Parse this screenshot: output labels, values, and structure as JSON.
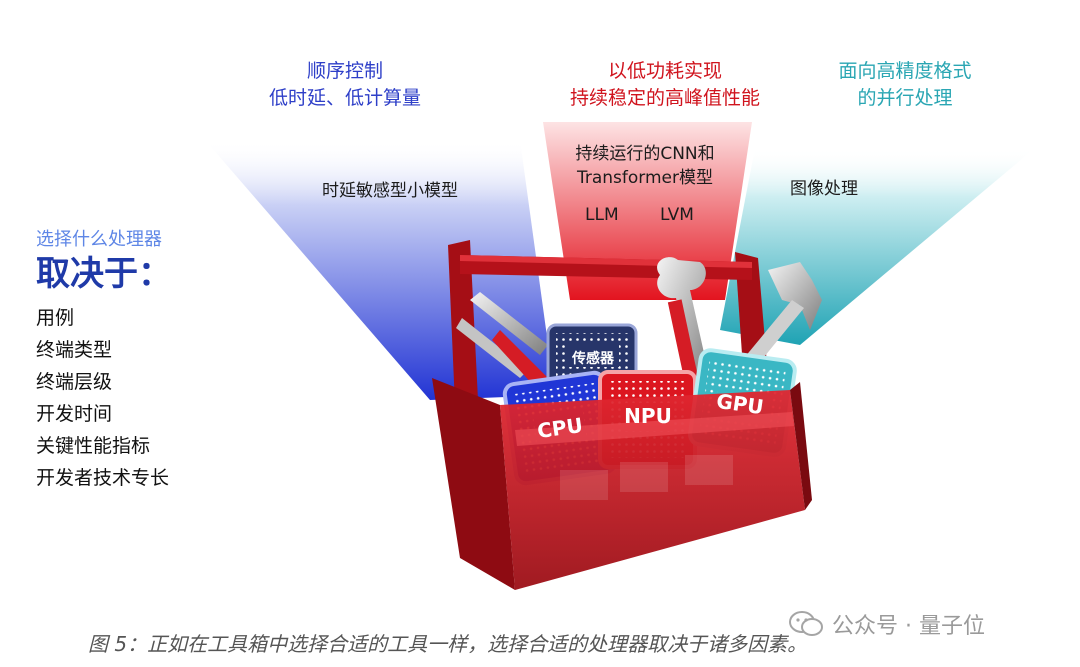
{
  "headers": {
    "blue": [
      "顺序控制",
      "低时延、低计算量"
    ],
    "red": [
      "以低功耗实现",
      "持续稳定的高峰值性能"
    ],
    "teal": [
      "面向高精度格式",
      "的并行处理"
    ]
  },
  "beam_texts": {
    "blue": "时延敏感型小模型",
    "red_line1": "持续运行的CNN和",
    "red_line2": "Transformer模型",
    "red_llm": "LLM",
    "red_lvm": "LVM",
    "teal": "图像处理"
  },
  "left_panel": {
    "question": "选择什么处理器",
    "answer": "取决于：",
    "items": [
      "用例",
      "终端类型",
      "终端层级",
      "开发时间",
      "关键性能指标",
      "开发者技术专长"
    ]
  },
  "chips": {
    "sensor": "传感器",
    "cpu": "CPU",
    "npu": "NPU",
    "gpu": "GPU"
  },
  "icons": [
    "pliers-icon",
    "wrench-icon",
    "hammer-icon",
    "wechat-icon"
  ],
  "colors": {
    "blue": "#2e3fc8",
    "red": "#d0141e",
    "teal": "#2aa6b3",
    "toolbox": "#c8141c"
  },
  "caption": "图 5：正如在工具箱中选择合适的工具一样，选择合适的处理器取决于诸多因素。",
  "watermark": "公众号 · 量子位"
}
